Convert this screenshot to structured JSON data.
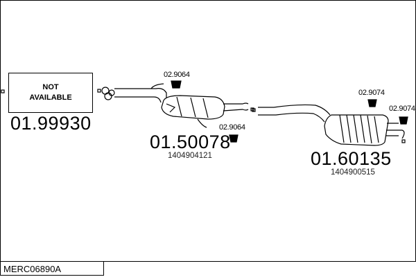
{
  "diagram_code": "MERC06890A",
  "parts": [
    {
      "part_number": "01.99930",
      "placeholder": [
        "NOT",
        "AVAILABLE"
      ]
    },
    {
      "part_number": "01.50078",
      "oem": "1404904121",
      "accessories": [
        "02.9064",
        "02.9064"
      ]
    },
    {
      "part_number": "01.60135",
      "oem": "1404900515",
      "accessories": [
        "02.9074",
        "02.9074"
      ]
    }
  ]
}
